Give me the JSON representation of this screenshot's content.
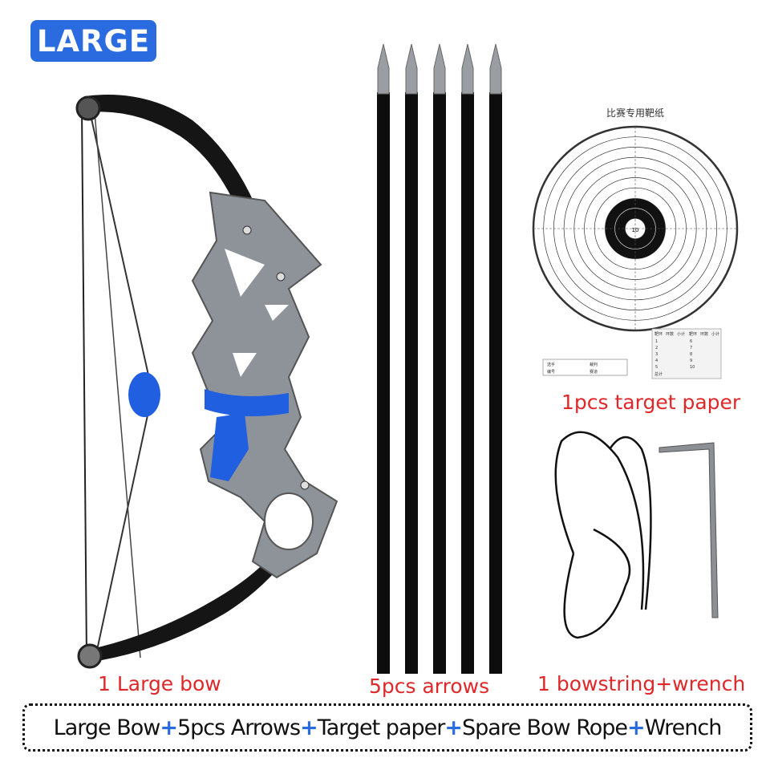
{
  "badge": {
    "label": "LARGE",
    "color": "#2a6be0"
  },
  "labels": {
    "bow": "1 Large bow",
    "arrows": "5pcs arrows",
    "target": "1pcs target paper",
    "string_wrench": "1 bowstring+wrench",
    "color": "#e0282a"
  },
  "target_paper": {
    "title": "比赛专用靶纸",
    "center": "10",
    "info_table": [
      "选手",
      "编号",
      "裁判",
      "赛道"
    ],
    "score_table": {
      "headers": [
        "靶环",
        "环数",
        "小计",
        "靶环",
        "环数",
        "小计"
      ],
      "rows_left": [
        "1",
        "2",
        "3",
        "4",
        "5"
      ],
      "rows_right": [
        "6",
        "7",
        "8",
        "9",
        "10"
      ],
      "total": "总计"
    }
  },
  "contents": {
    "items": [
      "Large Bow",
      "5pcs Arrows",
      "Target paper",
      "Spare Bow Rope",
      "Wrench"
    ],
    "separator": "+",
    "separator_color": "#2a6be0"
  }
}
